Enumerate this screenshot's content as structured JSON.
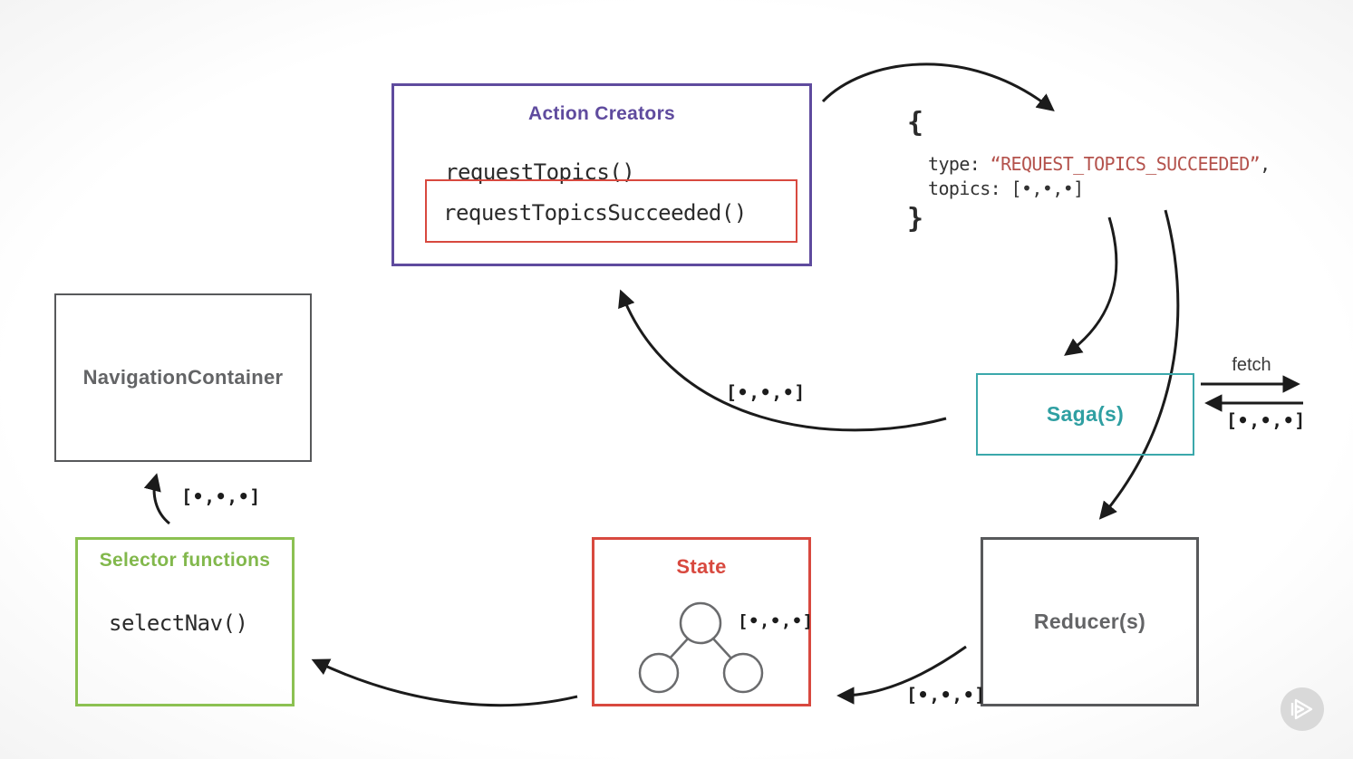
{
  "diagram": {
    "action_creators": {
      "title": "Action Creators",
      "functions": [
        {
          "label": "requestTopics()"
        },
        {
          "label": "requestTopicsSucceeded()"
        }
      ]
    },
    "action_object": {
      "brace_open": "{",
      "type_key": "type: ",
      "type_value": "“REQUEST_TOPICS_SUCCEEDED”",
      "type_trailing_comma": ",",
      "topics_line": "topics: [•,•,•]",
      "brace_close": "}"
    },
    "saga": {
      "title": "Saga(s)"
    },
    "fetch_label": "fetch",
    "reducer": {
      "title": "Reducer(s)"
    },
    "state": {
      "title": "State"
    },
    "selector": {
      "title": "Selector functions",
      "function": "selectNav()"
    },
    "navigation": {
      "title": "NavigationContainer"
    },
    "payload_label": "[•,•,•]",
    "colors": {
      "purple": "#5f4b9e",
      "red_border": "#d8493f",
      "red_code_text": "#b4524c",
      "teal": "#3ba8ab",
      "green": "#8cc152",
      "gray_border": "#58595b",
      "gray_text": "#636466",
      "arrow_black": "#1b1b1b"
    }
  },
  "player": {
    "play_icon": "pluralsight-play"
  }
}
